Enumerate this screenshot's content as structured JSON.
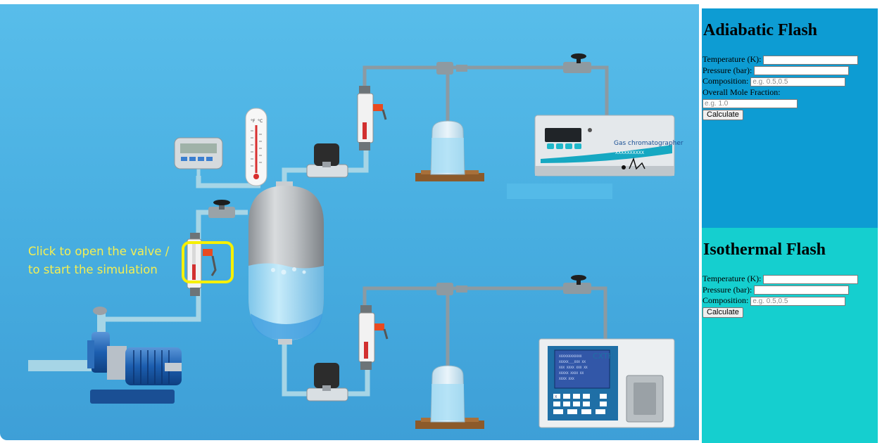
{
  "simulation": {
    "hint_text": "Click to open the valve /\nto start the simulation",
    "gc_label": "Gas chromatographer",
    "gc_serial": "XXXXXXXXXX",
    "analyzer_brand": "CXTH",
    "analyzer_screen_lines": [
      "XXXXXXXXXXXX",
      "XXXXX___XXX XX",
      "XXX XXXX XXX XX",
      "XXXXX XXXX XX",
      "XXXX XXX"
    ],
    "analyzer_key": "X",
    "thermometer_scale": [
      "°F",
      "°C"
    ],
    "colors": {
      "background": "#4aafe2",
      "highlight": "#f6f000",
      "liquid": "#9fdcf5"
    }
  },
  "adiabatic": {
    "title": "Adiabatic Flash",
    "temperature_label": "Temperature (K):",
    "pressure_label": "Pressure (bar):",
    "composition_label": "Composition:",
    "composition_placeholder": "e.g. 0.5,0.5",
    "mole_fraction_label": "Overall Mole Fraction:",
    "mole_fraction_placeholder": "e.g. 1.0",
    "calculate_label": "Calculate",
    "color": "#0d9cd3"
  },
  "isothermal": {
    "title": "Isothermal Flash",
    "temperature_label": "Temperature (K):",
    "pressure_label": "Pressure (bar):",
    "composition_label": "Composition:",
    "composition_placeholder": "e.g. 0.5,0.5",
    "calculate_label": "Calculate",
    "color": "#15cfcf"
  }
}
